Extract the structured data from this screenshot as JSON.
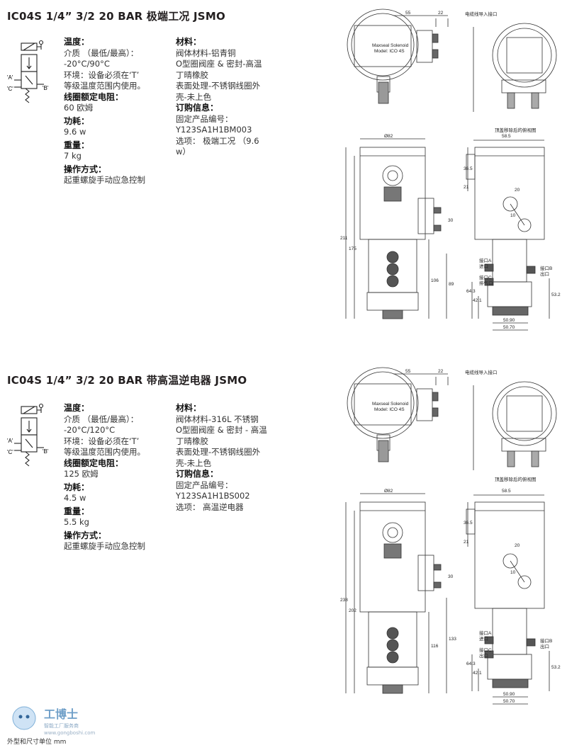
{
  "sections": [
    {
      "title": "IC04S 1/4”  3/2 20 BAR 极端工况 JSMO",
      "port_a": "'A'",
      "port_b": "'B'",
      "port_c": "'C'",
      "left": [
        {
          "label": "温度：",
          "lines": [
            "介质 （最低/最高）：",
            "-20°C/90°C",
            "环境：设备必须在‘T’",
            "等级温度范围内使用。"
          ]
        },
        {
          "label": "线圈额定电阻：",
          "lines": [
            "60 欧姆"
          ]
        },
        {
          "label": "功耗：",
          "lines": [
            "9.6 w"
          ]
        },
        {
          "label": "重量：",
          "lines": [
            "7 kg"
          ]
        },
        {
          "label": "操作方式：",
          "lines": [
            "起重螺旋手动应急控制"
          ]
        }
      ],
      "right": [
        {
          "label": "材料：",
          "lines": [
            "阀体材料-铝青铜",
            "O型圈阀座 & 密封-高温",
            "丁晴橡胶",
            "表面处理-不锈钢线圈外",
            "壳-未上色"
          ]
        },
        {
          "label": "订购信息：",
          "lines": [
            "固定产品编号：",
            " Y123SA1H1BM003",
            "选项： 极端工况 （9.6",
            "w）"
          ]
        }
      ],
      "dims": {
        "d55": "55",
        "d22": "22",
        "cable": "电缆线导入接口",
        "cover": "顶盖移除后的俯视图",
        "brand": "Maxseal Solenoid",
        "model": "Model: ICO 4S",
        "d82": "Ø82",
        "d585": "58.5",
        "d365": "36.5",
        "d21": "21",
        "d20": "20",
        "d10": "10",
        "d30": "30",
        "total": "211",
        "body": "175",
        "lower": "106",
        "d89": "89",
        "d643": "64.3",
        "d421": "42.1",
        "d532": "53.2",
        "portA": "接口A",
        "inlet": "进口",
        "portC": "接口C",
        "exhaust": "排气口",
        "portB": "接口B",
        "outlet": "出口",
        "w1": "50.90",
        "w2": "50.70"
      }
    },
    {
      "title": "IC04S 1/4”  3/2 20 BAR 带高温逆电器 JSMO",
      "port_a": "'A'",
      "port_b": "'B'",
      "port_c": "'C'",
      "left": [
        {
          "label": "温度：",
          "lines": [
            "介质 （最低/最高）：",
            "-20°C/120°C",
            "环境：设备必须在‘T’",
            "等级温度范围内使用。"
          ]
        },
        {
          "label": "线圈额定电阻：",
          "lines": [
            "125 欧姆"
          ]
        },
        {
          "label": "功耗：",
          "lines": [
            "4.5 w"
          ]
        },
        {
          "label": "重量：",
          "lines": [
            "5.5 kg"
          ]
        },
        {
          "label": "操作方式：",
          "lines": [
            "起重螺旋手动应急控制"
          ]
        }
      ],
      "right": [
        {
          "label": "材料：",
          "lines": [
            "阀体材料-316L 不锈钢",
            "O型圈阀座 & 密封 - 高温",
            "丁晴橡胶",
            "表面处理-不锈钢线圈外",
            "壳-未上色"
          ]
        },
        {
          "label": "订购信息：",
          "lines": [
            "固定产品编号：",
            "Y123SA1H1BS002",
            "选项： 高温逆电器"
          ]
        }
      ],
      "dims": {
        "d55": "55",
        "d22": "22",
        "cable": "电缆线导入接口",
        "cover": "顶盖移除后的俯视图",
        "brand": "Maxseal Solenoid",
        "model": "Model: ICO 4S",
        "d82": "Ø82",
        "d585": "58.5",
        "d365": "36.5",
        "d21": "21",
        "d20": "20",
        "d10": "10",
        "d30": "30",
        "total": "238",
        "body": "202",
        "lower": "116",
        "d89": "133",
        "d643": "64.3",
        "d421": "42.1",
        "d532": "53.2",
        "portA": "接口A",
        "inlet": "进口",
        "portC": "接口C",
        "exhaust": "出口",
        "portB": "接口B",
        "outlet": "出口",
        "w1": "50.90",
        "w2": "50.70"
      }
    }
  ],
  "footer": "外型和尺寸单位 mm",
  "watermark": {
    "brand": "工博士",
    "sub": "智能工厂服务商",
    "url": "www.gongboshi.com"
  }
}
